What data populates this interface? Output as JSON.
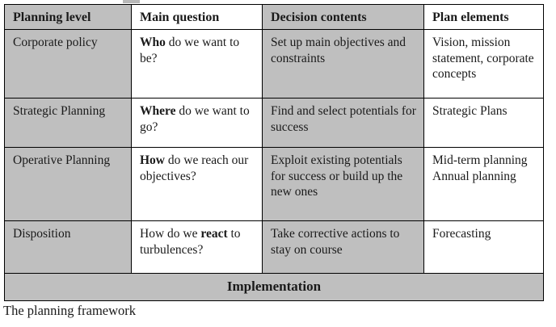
{
  "figure": {
    "caption": "The planning framework",
    "colors": {
      "shaded_cell": "#bfbfbf",
      "plain_cell": "#ffffff",
      "border": "#000000",
      "text": "#1a1a1a"
    }
  },
  "table": {
    "headers": [
      "Planning level",
      "Main question",
      "Decision contents",
      "Plan elements"
    ],
    "rows": [
      {
        "level": "Corporate policy",
        "question_bold": "Who",
        "question_rest": " do we want to be?",
        "decision": "Set up main objectives and constraints",
        "elements": "Vision, mission statement, corporate concepts"
      },
      {
        "level": "Strategic Planning",
        "question_bold": "Where",
        "question_rest": " do we want to go?",
        "decision": "Find and select potentials for success",
        "elements": "Strategic Plans"
      },
      {
        "level": "Operative Planning",
        "question_bold": "How",
        "question_rest": " do we reach our objectives?",
        "decision": "Exploit existing potentials for success or build up the new ones",
        "elements_line1": "Mid-term planning",
        "elements_line2": "Annual planning"
      },
      {
        "level": "Disposition",
        "question_pre": "How do we ",
        "question_bold": "react",
        "question_rest": " to turbulences?",
        "decision": "Take corrective actions to stay on course",
        "elements": "Forecasting"
      }
    ],
    "footer_band": "Implementation"
  }
}
